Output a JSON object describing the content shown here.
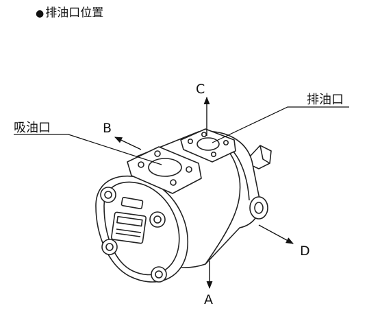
{
  "title": {
    "bullet": "●",
    "text": "排油口位置"
  },
  "labels": {
    "suction_port": "吸油口",
    "discharge_port": "排油口",
    "direction_a": "A",
    "direction_b": "B",
    "direction_c": "C",
    "direction_d": "D"
  }
}
